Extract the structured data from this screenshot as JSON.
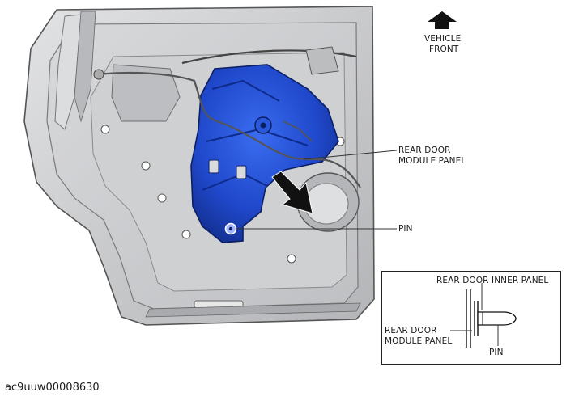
{
  "labels": {
    "vehicle_front_line1": "VEHICLE",
    "vehicle_front_line2": "FRONT",
    "module_panel_line1": "REAR DOOR",
    "module_panel_line2": "MODULE PANEL",
    "pin": "PIN"
  },
  "inset": {
    "inner_panel": "REAR DOOR INNER PANEL",
    "module_panel_line1": "REAR DOOR",
    "module_panel_line2": "MODULE PANEL",
    "pin": "PIN"
  },
  "figure_id": "ac9uuw00008630",
  "colors": {
    "module_panel": "#1f47c9",
    "door_body": "#c7c8ca",
    "arrow": "#111111"
  }
}
